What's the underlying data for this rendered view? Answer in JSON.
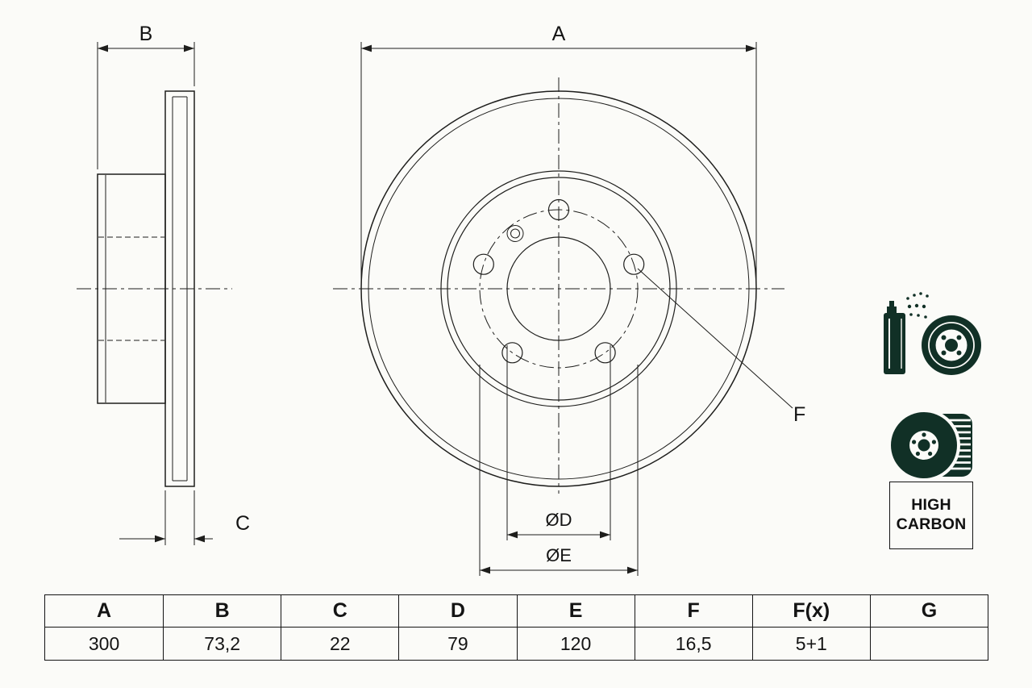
{
  "colors": {
    "background": "#fbfbf8",
    "line": "#1e1e1c",
    "icon": "#113026",
    "text": "#141414"
  },
  "drawing": {
    "labels": {
      "A": "A",
      "B": "B",
      "C": "C",
      "D": "ØD",
      "E": "ØE",
      "F": "F"
    }
  },
  "badge": {
    "line1": "HIGH",
    "line2": "CARBON"
  },
  "icons": {
    "coating_spray": "coating-spray-icon",
    "vented_disc": "vented-disc-icon"
  },
  "table": {
    "headers": [
      "A",
      "B",
      "C",
      "D",
      "E",
      "F",
      "F(x)",
      "G"
    ],
    "values": [
      "300",
      "73,2",
      "22",
      "79",
      "120",
      "16,5",
      "5+1",
      ""
    ]
  }
}
